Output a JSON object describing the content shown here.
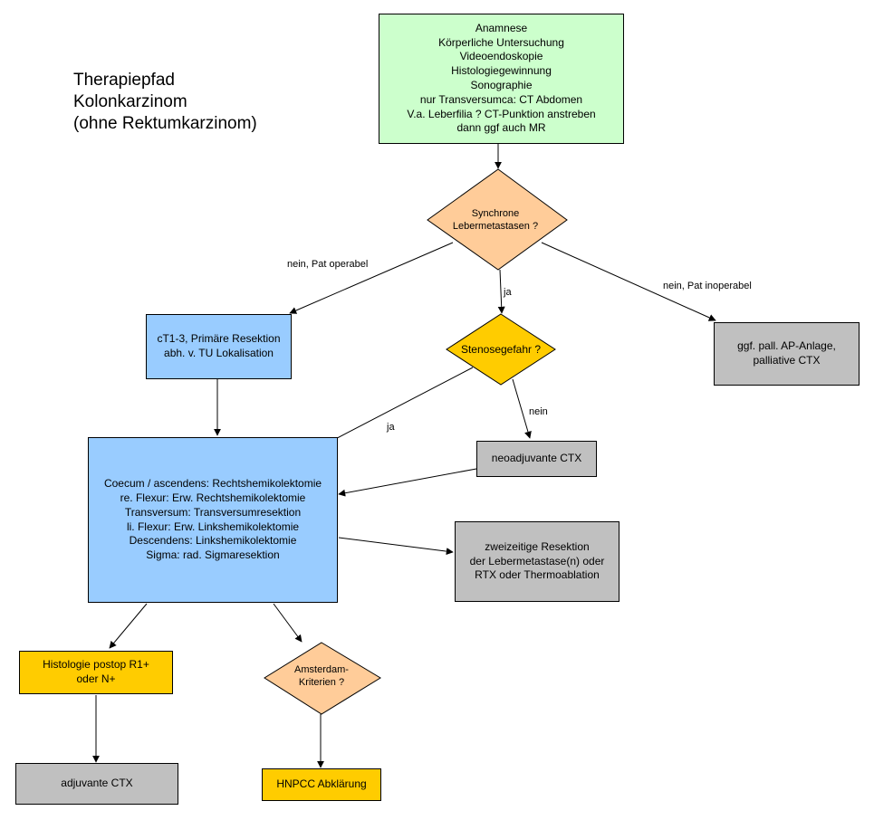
{
  "title": [
    "Therapiepfad",
    "Kolonkarzinom",
    "(ohne Rektumkarzinom)"
  ],
  "nodes": {
    "anamnese": [
      "Anamnese",
      "Körperliche Untersuchung",
      "Videoendoskopie",
      "Histologiegewinnung",
      "Sonographie",
      "nur Transversumca: CT Abdomen",
      "V.a. Leberfilia ? CT-Punktion anstreben",
      "dann ggf auch  MR"
    ],
    "synchrone": [
      "Synchrone",
      "Lebermetastasen ?"
    ],
    "primaer": [
      "cT1-3, Primäre Resektion",
      "abh. v. TU Lokalisation"
    ],
    "stenose": [
      "Stenosegefahr ?"
    ],
    "palliativ": [
      "ggf. pall. AP-Anlage,",
      "palliative CTX"
    ],
    "neoadjuvant": [
      "neoadjuvante CTX"
    ],
    "resektion": [
      "Coecum / ascendens: Rechtshemikolektomie",
      "re. Flexur: Erw. Rechtshemikolektomie",
      "Transversum: Transversumresektion",
      "li. Flexur: Erw. Linkshemikolektomie",
      "Descendens: Linkshemikolektomie",
      "Sigma: rad. Sigmaresektion"
    ],
    "zweizeitig": [
      "zweizeitige Resektion",
      "der Lebermetastase(n) oder",
      "RTX oder Thermoablation"
    ],
    "histologie": [
      "Histologie postop R1+",
      "oder N+"
    ],
    "amsterdam": [
      "Amsterdam-",
      "Kriterien ?"
    ],
    "adjuvant": [
      "adjuvante CTX"
    ],
    "hnpcc": [
      "HNPCC Abklärung"
    ]
  },
  "edge_labels": {
    "nein_operabel": "nein, Pat operabel",
    "ja_synchrone": "ja",
    "nein_inoperabel": "nein, Pat inoperabel",
    "ja_stenose": "ja",
    "nein_stenose": "nein"
  },
  "colors": {
    "green": "#ccffcc",
    "blue": "#99ccff",
    "gray": "#c0c0c0",
    "yellow": "#ffcc00",
    "peach": "#ffcc99"
  }
}
